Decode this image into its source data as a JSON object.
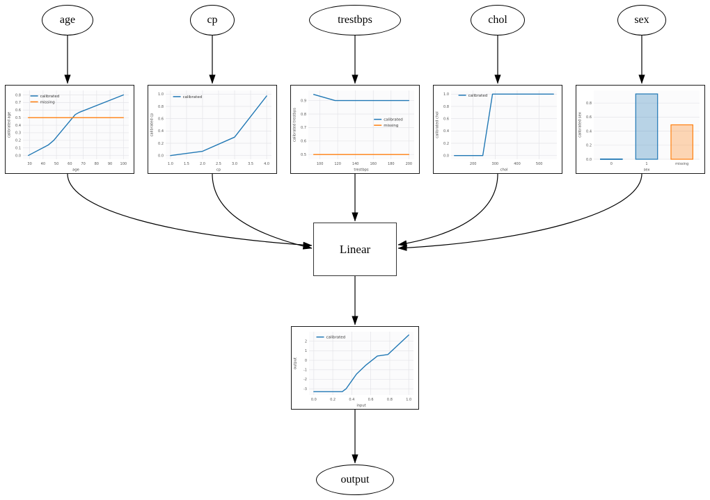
{
  "nodes": {
    "inputs": [
      {
        "label": "age"
      },
      {
        "label": "cp"
      },
      {
        "label": "trestbps"
      },
      {
        "label": "chol"
      },
      {
        "label": "sex"
      }
    ],
    "linear": {
      "label": "Linear"
    },
    "output": {
      "label": "output"
    }
  },
  "colors": {
    "calibrated": "#1f77b4",
    "missing": "#ff7f0e",
    "grid": "#e4e4e8",
    "plot_bg": "#fbfbfc",
    "tick_text": "#555555",
    "axis_text": "#444444",
    "edge": "#000000"
  },
  "chart_data": [
    {
      "id": "age",
      "type": "line",
      "xlabel": "age",
      "ylabel": "calibrated age",
      "xlim": [
        25,
        104
      ],
      "ylim": [
        -0.05,
        0.86
      ],
      "xticks": {
        "values": [
          30,
          40,
          50,
          60,
          70,
          80,
          90,
          100
        ],
        "labels": [
          "30",
          "40",
          "50",
          "60",
          "70",
          "80",
          "90",
          "100"
        ]
      },
      "yticks": {
        "values": [
          0.0,
          0.1,
          0.2,
          0.3,
          0.4,
          0.5,
          0.6,
          0.7,
          0.8
        ],
        "labels": [
          "0.0",
          "0.1",
          "0.2",
          "0.3",
          "0.4",
          "0.5",
          "0.6",
          "0.7",
          "0.8"
        ]
      },
      "legend": {
        "pos": [
          0.05,
          0.04
        ]
      },
      "series": [
        {
          "name": "calibrated",
          "color": "calibrated",
          "x": [
            29,
            44,
            48,
            64,
            67,
            100
          ],
          "y": [
            0.0,
            0.14,
            0.2,
            0.54,
            0.57,
            0.8
          ]
        },
        {
          "name": "missing",
          "color": "missing",
          "x": [
            29,
            100
          ],
          "y": [
            0.5,
            0.5
          ]
        }
      ]
    },
    {
      "id": "cp",
      "type": "line",
      "xlabel": "cp",
      "ylabel": "calibrated cp",
      "xlim": [
        0.85,
        4.15
      ],
      "ylim": [
        -0.06,
        1.06
      ],
      "xticks": {
        "values": [
          1.0,
          1.5,
          2.0,
          2.5,
          3.0,
          3.5,
          4.0
        ],
        "labels": [
          "1.0",
          "1.5",
          "2.0",
          "2.5",
          "3.0",
          "3.5",
          "4.0"
        ]
      },
      "yticks": {
        "values": [
          0.0,
          0.2,
          0.4,
          0.6,
          0.8,
          1.0
        ],
        "labels": [
          "0.0",
          "0.2",
          "0.4",
          "0.6",
          "0.8",
          "1.0"
        ]
      },
      "legend": {
        "pos": [
          0.05,
          0.05
        ]
      },
      "series": [
        {
          "name": "calibrated",
          "color": "calibrated",
          "x": [
            1.0,
            2.0,
            3.0,
            4.0
          ],
          "y": [
            0.0,
            0.07,
            0.3,
            0.97
          ]
        }
      ]
    },
    {
      "id": "trestbps",
      "type": "line",
      "xlabel": "trestbps",
      "ylabel": "calibrated trestbps",
      "xlim": [
        87,
        206
      ],
      "ylim": [
        0.465,
        0.975
      ],
      "xticks": {
        "values": [
          100,
          120,
          140,
          160,
          180,
          200
        ],
        "labels": [
          "100",
          "120",
          "140",
          "160",
          "180",
          "200"
        ]
      },
      "yticks": {
        "values": [
          0.5,
          0.6,
          0.7,
          0.8,
          0.9
        ],
        "labels": [
          "0.5",
          "0.6",
          "0.7",
          "0.8",
          "0.9"
        ]
      },
      "legend": {
        "pos": [
          0.6,
          0.38
        ]
      },
      "series": [
        {
          "name": "calibrated",
          "color": "calibrated",
          "x": [
            93,
            117,
            200
          ],
          "y": [
            0.945,
            0.9,
            0.9
          ]
        },
        {
          "name": "missing",
          "color": "missing",
          "x": [
            93,
            200
          ],
          "y": [
            0.5,
            0.5
          ]
        }
      ]
    },
    {
      "id": "chol",
      "type": "line",
      "xlabel": "chol",
      "ylabel": "calibrated chol",
      "xlim": [
        100,
        580
      ],
      "ylim": [
        -0.06,
        1.06
      ],
      "xticks": {
        "values": [
          200,
          300,
          400,
          500
        ],
        "labels": [
          "200",
          "300",
          "400",
          "500"
        ]
      },
      "yticks": {
        "values": [
          0.0,
          0.2,
          0.4,
          0.6,
          0.8,
          1.0
        ],
        "labels": [
          "0.0",
          "0.2",
          "0.4",
          "0.6",
          "0.8",
          "1.0"
        ]
      },
      "legend": {
        "pos": [
          0.05,
          0.03
        ]
      },
      "series": [
        {
          "name": "calibrated",
          "color": "calibrated",
          "x": [
            115,
            244,
            288,
            565
          ],
          "y": [
            0.0,
            0.0,
            1.0,
            1.0
          ]
        }
      ]
    },
    {
      "id": "sex",
      "type": "bar",
      "xlabel": "sex",
      "ylabel": "calibrated sex",
      "categories": [
        "0",
        "1",
        "missing"
      ],
      "values": [
        0.004,
        0.93,
        0.49
      ],
      "bar_colors": [
        "calibrated",
        "calibrated",
        "missing"
      ],
      "ylim": [
        0,
        0.98
      ],
      "yticks": {
        "values": [
          0.0,
          0.2,
          0.4,
          0.6,
          0.8
        ],
        "labels": [
          "0.0",
          "0.2",
          "0.4",
          "0.6",
          "0.8"
        ]
      },
      "legend": null
    },
    {
      "id": "output",
      "type": "line",
      "xlabel": "input",
      "ylabel": "output",
      "xlim": [
        -0.05,
        1.05
      ],
      "ylim": [
        -3.65,
        3.0
      ],
      "xticks": {
        "values": [
          0.0,
          0.2,
          0.4,
          0.6,
          0.8,
          1.0
        ],
        "labels": [
          "0.0",
          "0.2",
          "0.4",
          "0.6",
          "0.8",
          "1.0"
        ]
      },
      "yticks": {
        "values": [
          -3,
          -2,
          -1,
          0,
          1,
          2
        ],
        "labels": [
          "-3",
          "-2",
          "-1",
          "0",
          "1",
          "2"
        ]
      },
      "legend": {
        "pos": [
          0.05,
          0.04
        ]
      },
      "series": [
        {
          "name": "calibrated",
          "color": "calibrated",
          "x": [
            0.0,
            0.3,
            0.34,
            0.45,
            0.55,
            0.67,
            0.78,
            1.0
          ],
          "y": [
            -3.3,
            -3.3,
            -3.0,
            -1.45,
            -0.5,
            0.45,
            0.6,
            2.65
          ]
        }
      ]
    }
  ]
}
